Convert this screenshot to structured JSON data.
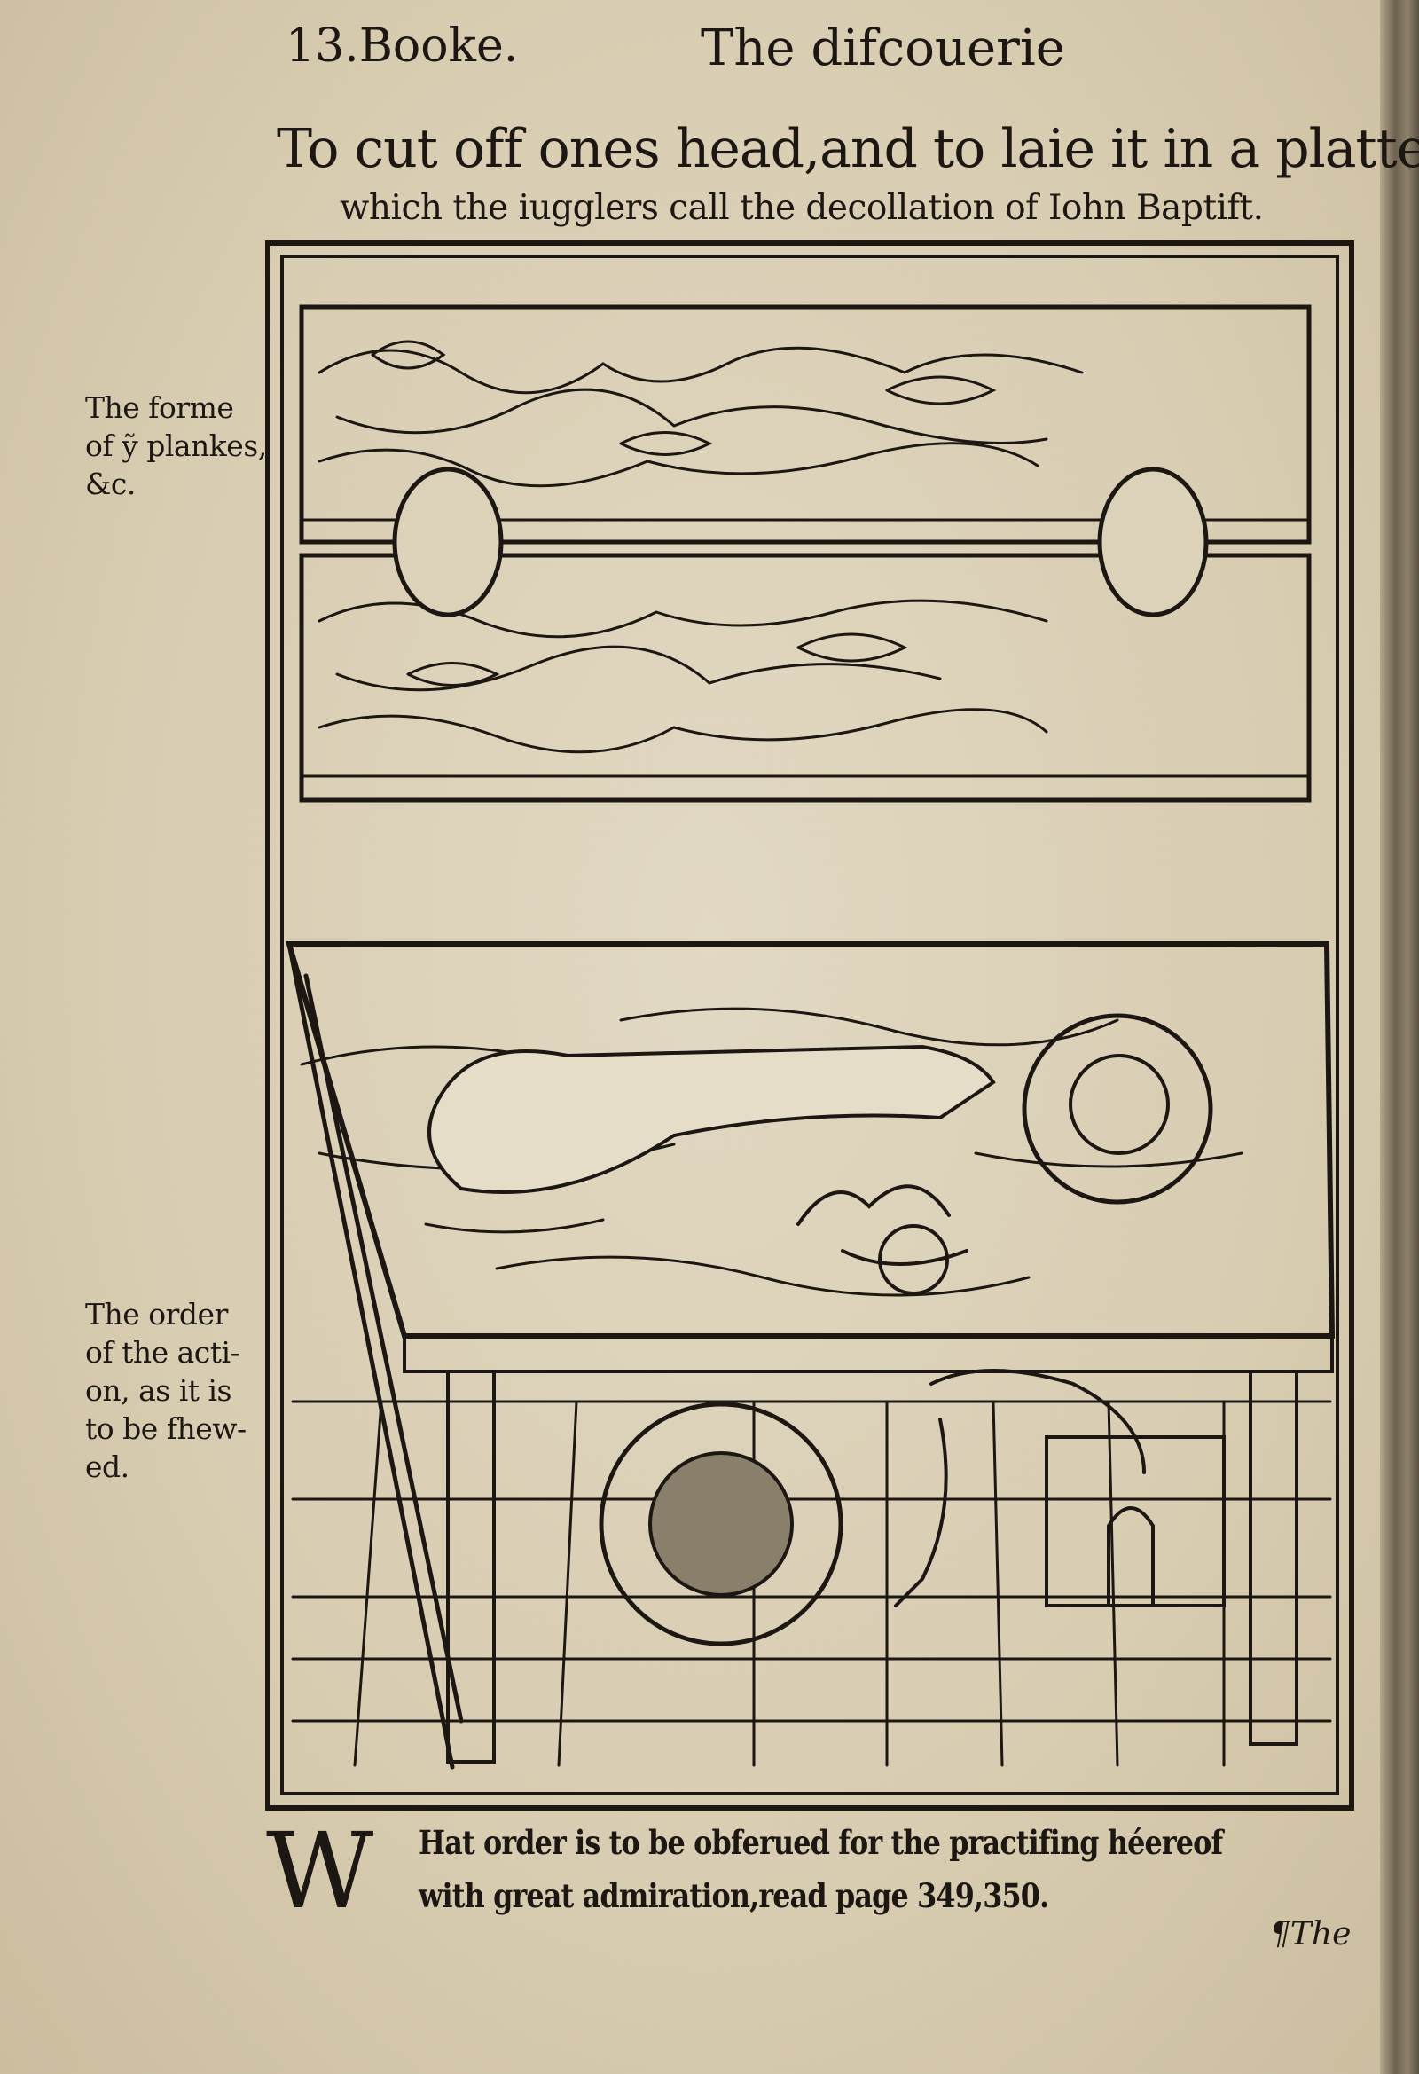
{
  "running_head": {
    "book": "13.Booke.",
    "title": "The difcouerie"
  },
  "heading": {
    "title": "To cut off ones head,and to laie it in a platter,",
    "subtitle": "which the iugglers call the decollation of Iohn Baptift."
  },
  "margin_notes": [
    {
      "lines": [
        "The forme",
        "of ỹ plankes,",
        "&c."
      ]
    },
    {
      "lines": [
        "The order",
        "of the acti-",
        "on, as it is",
        "to be fhew-",
        "ed."
      ]
    }
  ],
  "body_text": {
    "drop_cap": "W",
    "line1": "Hat order is to be obferued for the practifing héereof",
    "line2": "with great admiration,read page 349,350."
  },
  "catchword": "¶The",
  "colors": {
    "paper": "#dcd1b9",
    "ink": "#1c1712"
  }
}
